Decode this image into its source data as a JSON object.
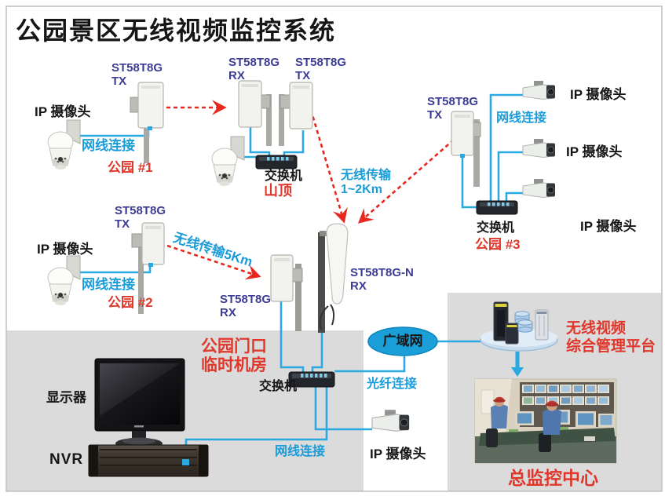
{
  "title": "公园景区无线视频监控系统",
  "park1": {
    "antenna_model": "ST58T8G",
    "antenna_mode": "TX",
    "camera": "IP 摄像头",
    "cable": "网线连接",
    "site": "公园 #1"
  },
  "hilltop": {
    "rx_model": "ST58T8G",
    "rx_mode": "RX",
    "tx_model": "ST58T8G",
    "tx_mode": "TX",
    "switch": "交换机",
    "site": "山顶"
  },
  "park2": {
    "antenna_model": "ST58T8G",
    "antenna_mode": "TX",
    "camera": "IP 摄像头",
    "cable": "网线连接",
    "wireless": "无线传输5Km",
    "site": "公园 #2"
  },
  "park3": {
    "antenna_model": "ST58T8G",
    "antenna_mode": "TX",
    "cable": "网线连接",
    "camera1": "IP 摄像头",
    "camera2": "IP 摄像头",
    "camera3": "IP 摄像头",
    "switch": "交换机",
    "site": "公园 #3"
  },
  "wireless_1_2km": {
    "line1": "无线传输",
    "line2": "1~2Km"
  },
  "gate": {
    "rx_model": "ST58T8G",
    "rx_mode": "RX",
    "nrx_model": "ST58T8G-N",
    "nrx_mode": "RX",
    "site_line1": "公园门口",
    "site_line2": "临时机房",
    "switch": "交换机",
    "monitor": "显示器",
    "nvr": "NVR",
    "cable": "网线连接",
    "camera": "IP 摄像头",
    "fiber": "光纤连接"
  },
  "wan": "广域网",
  "platform": {
    "line1": "无线视频",
    "line2": "综合管理平台"
  },
  "control_center": "总监控中心",
  "colors": {
    "label_blue": "#1b9cd8",
    "label_red": "#e0372a",
    "label_purple": "#3c3c95",
    "line_blue": "#2aa9e1",
    "arrow_red": "#e8281e",
    "panel_gray": "#dbdbdb",
    "wan_fill": "#1b9fd9"
  }
}
